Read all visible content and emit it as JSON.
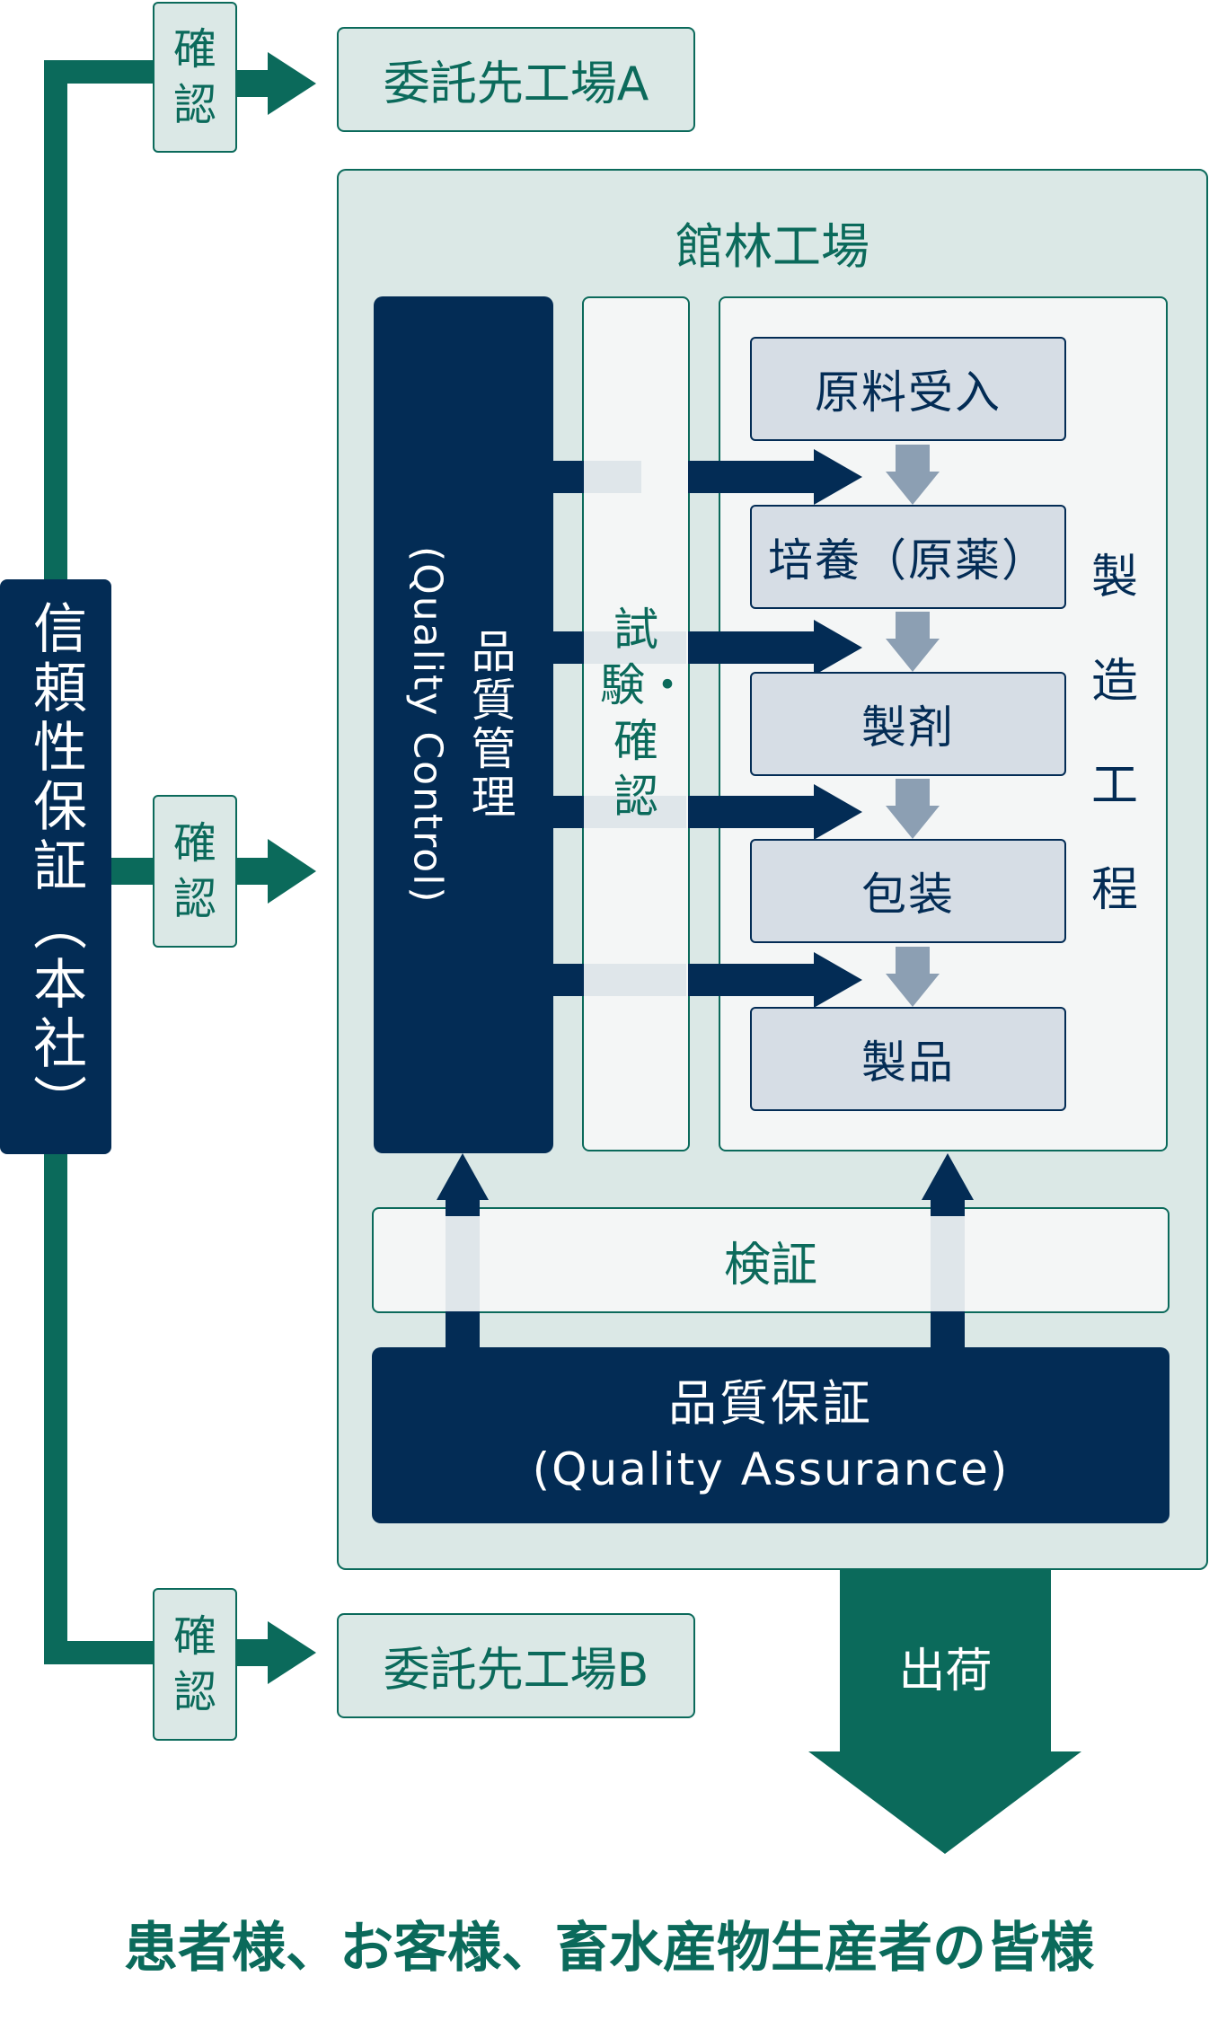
{
  "hq_label": "信頼性保証（本社）",
  "confirm_labels": [
    "確認",
    "確認",
    "確認"
  ],
  "contractor_a": "委託先工場A",
  "contractor_b": "委託先工場B",
  "factory": {
    "title": "館林工場",
    "qc_ja": "品質管理",
    "qc_en": "(Quality Control)",
    "test_label": "試験・確認",
    "process_label": "製造工程",
    "steps": [
      "原料受入",
      "培養（原薬）",
      "製剤",
      "包装",
      "製品"
    ],
    "verify": "検証",
    "qa_ja": "品質保証",
    "qa_en": "(Quality Assurance)"
  },
  "shipment": "出荷",
  "recipients": "患者様、お客様、畜水産物生産者の皆様",
  "colors": {
    "green": "#0b6a5b",
    "navy": "#032c55",
    "light_green": "#dbe8e6",
    "step_fill": "#d6dde5",
    "step_arrow": "#8c9fb3",
    "panel": "#f4f6f6"
  }
}
